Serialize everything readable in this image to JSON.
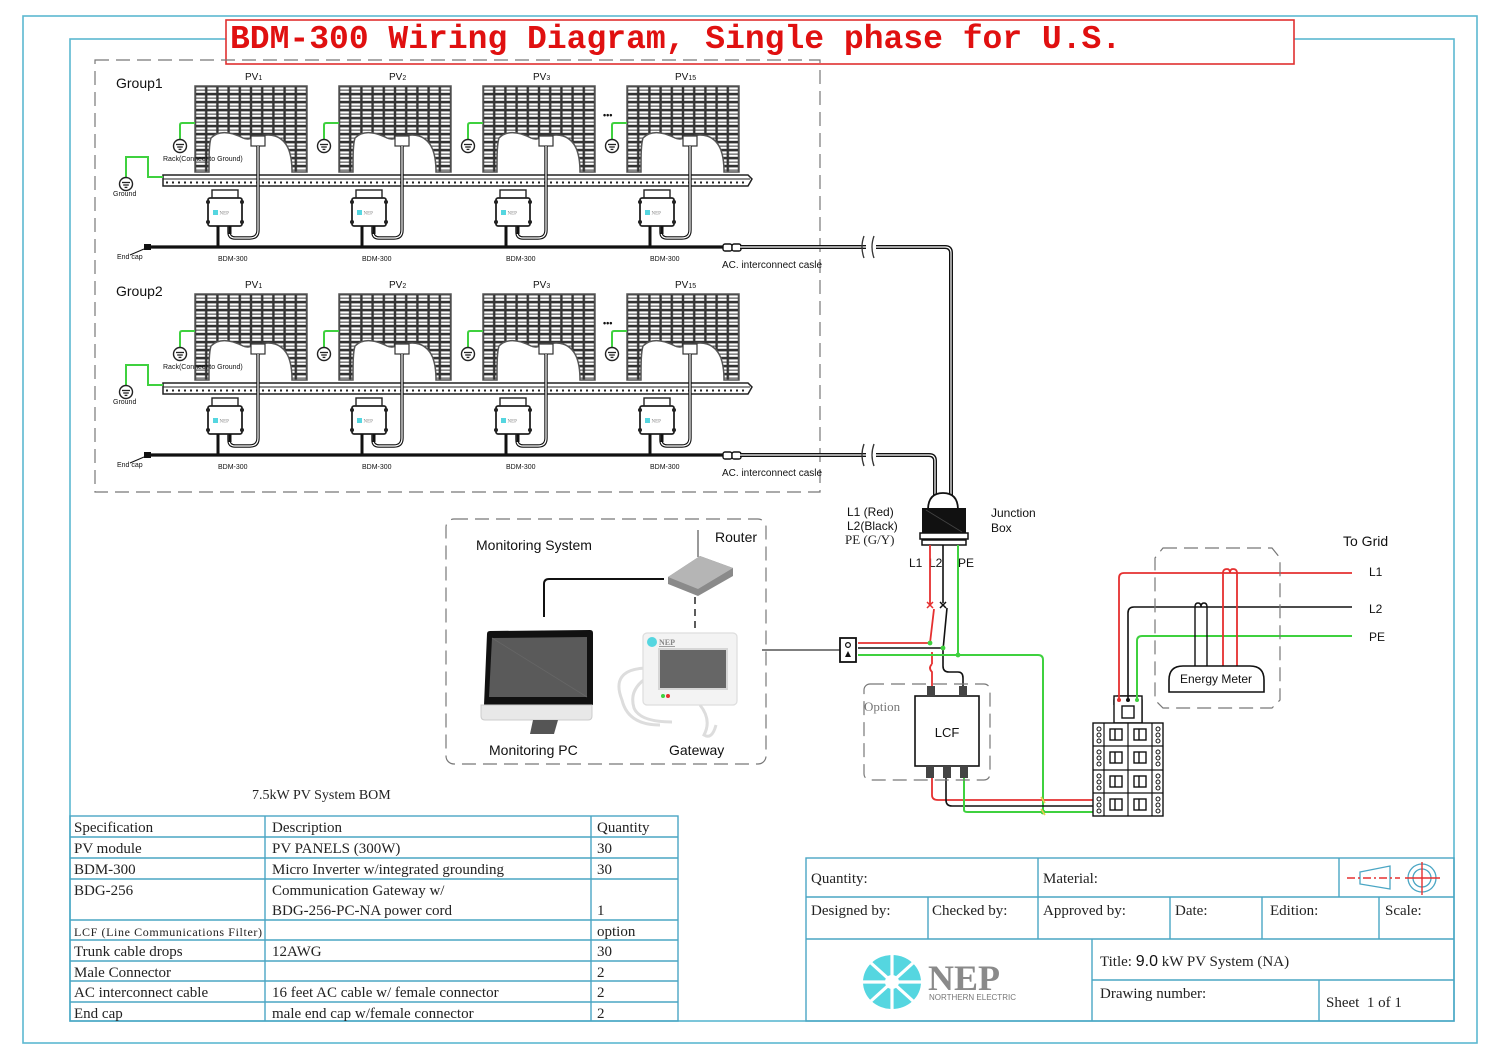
{
  "title": "BDM-300 Wiring Diagram, Single phase for U.S.",
  "groups": [
    {
      "label": "Group1",
      "panels": [
        "PV1",
        "PV2",
        "PV3",
        "PV15"
      ],
      "panel_name": "PV",
      "panel_subs": [
        "1",
        "2",
        "3",
        "15"
      ],
      "ellipsis": "•••",
      "rack_label": "Rack(Connect to Ground)",
      "ground_label": "Ground",
      "end_cap_label": "End cap",
      "inverter_label": "BDM-300",
      "cable_label": "AC. interconnect casle"
    },
    {
      "label": "Group2",
      "panels": [
        "PV1",
        "PV2",
        "PV3",
        "PV15"
      ],
      "panel_name": "PV",
      "panel_subs": [
        "1",
        "2",
        "3",
        "15"
      ],
      "ellipsis": "•••",
      "rack_label": "Rack(Connect to Ground)",
      "ground_label": "Ground",
      "end_cap_label": "End cap",
      "inverter_label": "BDM-300",
      "cable_label": "AC. interconnect casle"
    }
  ],
  "junction": {
    "legend_l1": "L1 (Red)",
    "legend_l2": "L2(Black)",
    "legend_pe": "PE (G/Y)",
    "box_label_1": "Junction",
    "box_label_2": "Box",
    "tap_l1": "L1",
    "tap_l2": "L2",
    "tap_pe": "PE"
  },
  "monitoring": {
    "title": "Monitoring System",
    "router": "Router",
    "pc": "Monitoring PC",
    "gateway": "Gateway",
    "gateway_brand": "NEP"
  },
  "lcf": {
    "option_label": "Option",
    "label": "LCF"
  },
  "grid": {
    "title": "To Grid",
    "l1": "L1",
    "l2": "L2",
    "pe": "PE",
    "meter": "Energy Meter"
  },
  "colors": {
    "line1": "#e53030",
    "line2": "#111111",
    "earth": "#3fd13f",
    "frame": "#5bb8d0",
    "title": "#e01010",
    "logo": "#55d6e0"
  },
  "bom": {
    "caption": "7.5kW PV System BOM",
    "headers": [
      "Specification",
      "Description",
      "Quantity"
    ],
    "rows": [
      {
        "spec": "PV module",
        "desc": "PV PANELS (300W)",
        "desc2": "",
        "qty": "30"
      },
      {
        "spec": "BDM-300",
        "desc": "Micro Inverter w/integrated grounding",
        "desc2": "",
        "qty": "30"
      },
      {
        "spec": "BDG-256",
        "desc": "Communication Gateway w/",
        "desc2": "BDG-256-PC-NA power cord",
        "qty": "1"
      },
      {
        "spec": "LCF (Line Communications Filter)",
        "desc": "",
        "desc2": "",
        "qty": "option"
      },
      {
        "spec": "Trunk cable drops",
        "desc": "12AWG",
        "desc2": "",
        "qty": "30"
      },
      {
        "spec": "Male Connector",
        "desc": "",
        "desc2": "",
        "qty": "2"
      },
      {
        "spec": "AC interconnect cable",
        "desc": "16 feet AC cable w/ female connector",
        "desc2": "",
        "qty": "2"
      },
      {
        "spec": "End cap",
        "desc": "male end cap w/female connector",
        "desc2": "",
        "qty": "2"
      }
    ]
  },
  "titleblock": {
    "quantity": "Quantity:",
    "material": "Material:",
    "designed_by": "Designed by:",
    "checked_by": "Checked by:",
    "approved_by": "Approved by:",
    "date": "Date:",
    "edition": "Edition:",
    "scale": "Scale:",
    "title_prefix": "Title: ",
    "title_value": "9.0",
    "title_suffix": " kW PV System (NA)",
    "drawing_number": "Drawing number:",
    "sheet": "Sheet  1 of 1",
    "logo_text": "NEP",
    "logo_sub": "NORTHERN ELECTRIC"
  }
}
